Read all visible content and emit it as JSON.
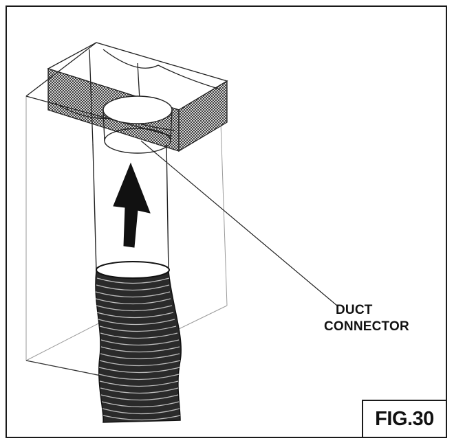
{
  "diagram": {
    "callout": {
      "line1": "DUCT",
      "line2": "CONNECTOR"
    },
    "figure_label": "FIG.30"
  }
}
